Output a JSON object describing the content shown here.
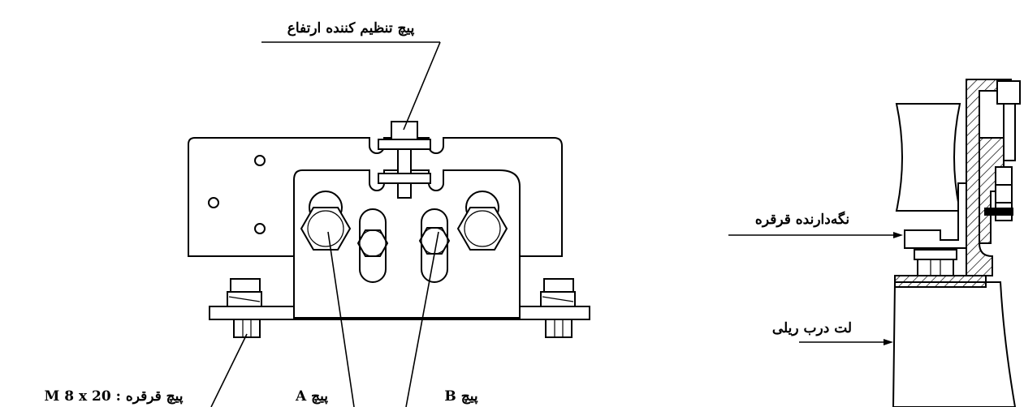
{
  "labels": {
    "height_screw": "پیچ تنظیم کننده ارتفاع",
    "roller_screw": "M 8 x 20 : پیچ قرقره",
    "screw_a": "A پیچ",
    "screw_b": "B پیچ",
    "roller_holder": "نگه‌دارنده قرقره",
    "sliding_door_panel": "لت درب ریلی"
  }
}
